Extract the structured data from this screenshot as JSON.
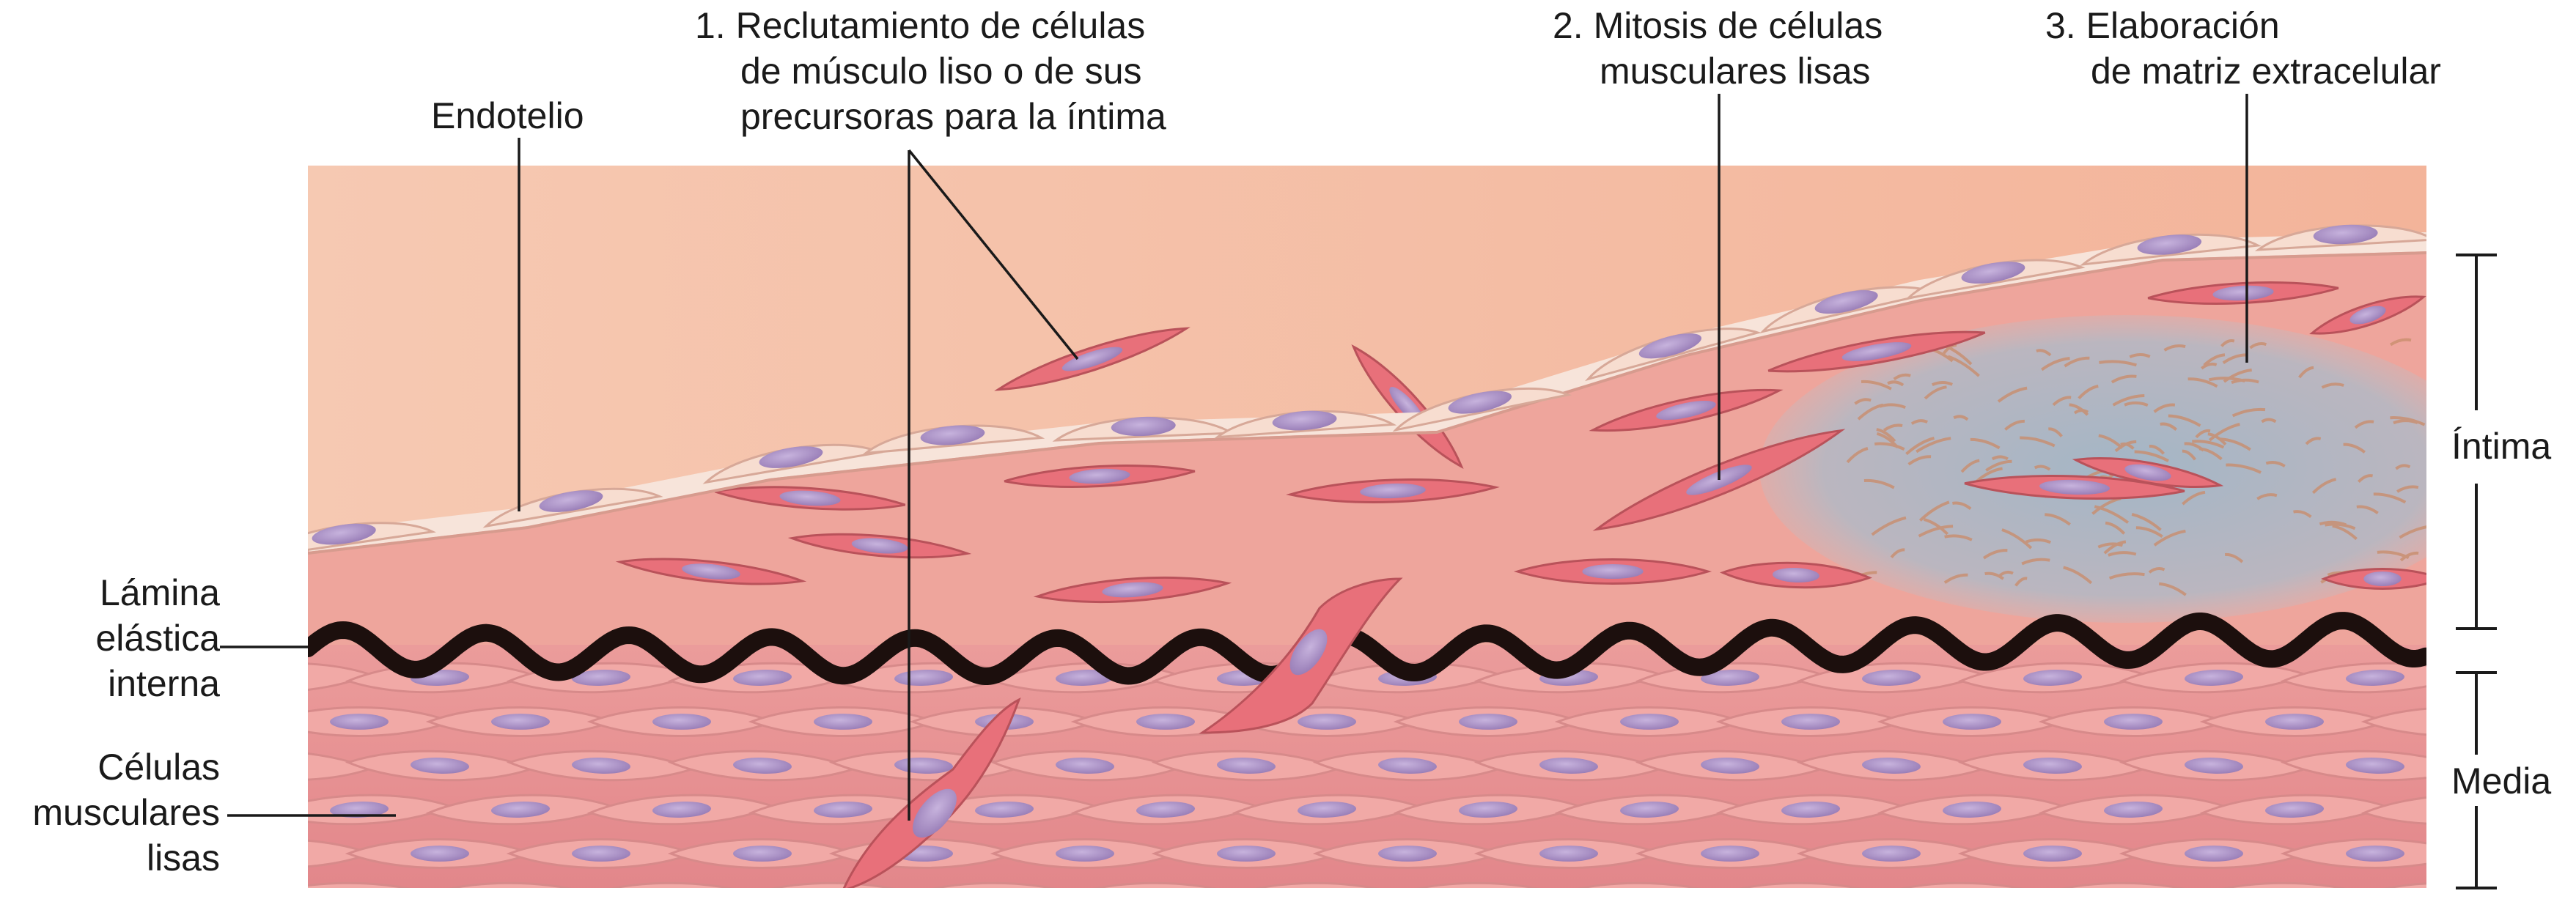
{
  "labels": {
    "endothelium": "Endotelio",
    "recruitment": {
      "line1": "1. Reclutamiento de células",
      "line2": "de músculo liso o de sus",
      "line3": "precursoras para la íntima"
    },
    "mitosis": {
      "line1": "2. Mitosis de células",
      "line2": "musculares lisas"
    },
    "matrix": {
      "line1": "3. Elaboración",
      "line2": "de matriz extracelular"
    },
    "internal_elastic_lamina": {
      "line1": "Lámina",
      "line2": "elástica",
      "line3": "interna"
    },
    "smooth_muscle_cells": {
      "line1": "Células",
      "line2": "musculares",
      "line3": "lisas"
    },
    "intima": "Íntima",
    "media": "Media"
  },
  "colors": {
    "lumen": "#f6c9b2",
    "intima_tissue": "#eea59c",
    "media_tissue": "#e88c8f",
    "cell_body": "#e8707a",
    "nucleus": "#a98fc4",
    "endothelium": "#f5dcd0",
    "elastic_lamina": "#1c0f0d",
    "matrix": "#9fb6c8",
    "leader_line": "#1a1a1a"
  }
}
